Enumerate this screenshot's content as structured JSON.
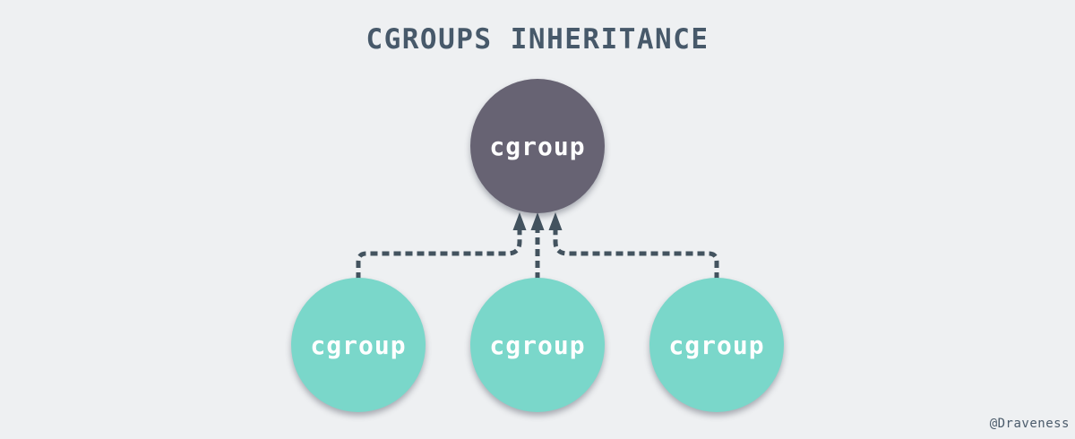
{
  "title": "CGROUPS INHERITANCE",
  "watermark": "@Draveness",
  "diagram": {
    "type": "hierarchy",
    "description": "one parent cgroup node with three child cgroup nodes pointing up to it via dashed arrows",
    "parent": {
      "label": "cgroup"
    },
    "children": [
      {
        "label": "cgroup"
      },
      {
        "label": "cgroup"
      },
      {
        "label": "cgroup"
      }
    ]
  },
  "colors": {
    "background": "#eef0f2",
    "title_text": "#47596a",
    "parent_node": "#676373",
    "child_node": "#7ad7ca",
    "node_label_text": "#ffffff",
    "connector": "#43535f",
    "watermark_text": "#4b5b6b"
  }
}
